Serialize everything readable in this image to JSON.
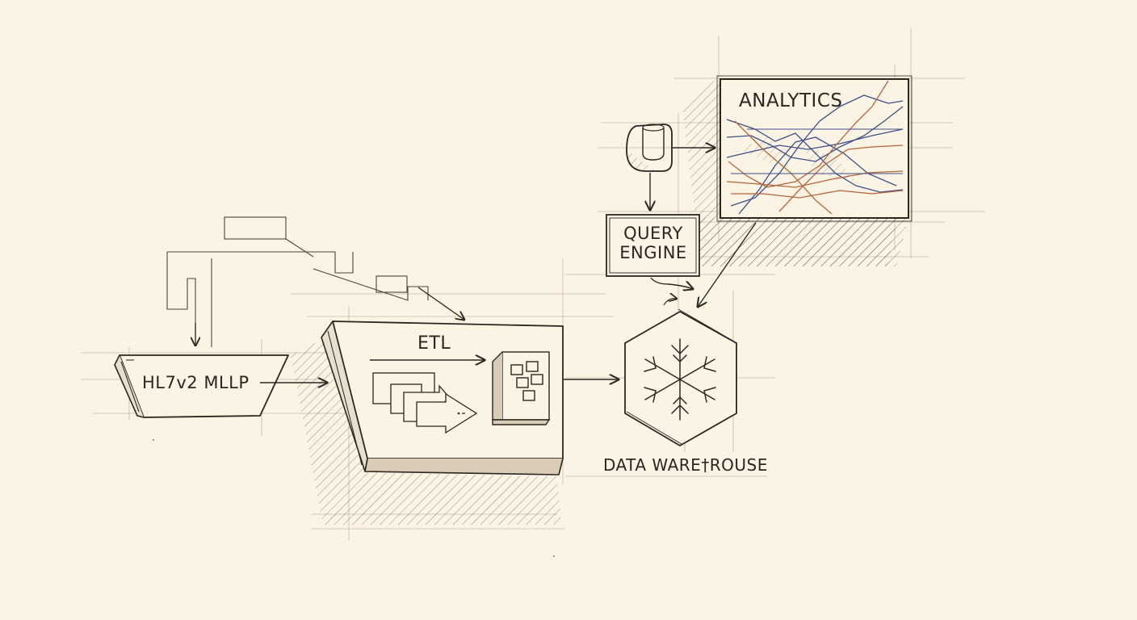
{
  "diagram": {
    "nodes": {
      "source": {
        "label": "HL7v2 MLLP"
      },
      "etl": {
        "label": "ETL"
      },
      "analytics": {
        "label": "ANALYTICS"
      },
      "query_engine": {
        "line1": "QUERY",
        "line2": "ENGINE"
      },
      "warehouse": {
        "label": "DATA WARE†ROUSE"
      }
    },
    "edges": [
      {
        "from": "source",
        "to": "etl"
      },
      {
        "from": "etl",
        "to": "warehouse"
      },
      {
        "from": "query_engine",
        "to": "warehouse"
      },
      {
        "from": "analytics",
        "to": "warehouse"
      },
      {
        "from": "db",
        "to": "analytics"
      },
      {
        "from": "db",
        "to": "query_engine"
      }
    ]
  },
  "colors": {
    "background": "#fbf3e3",
    "ink": "#2a2622",
    "guide": "#b8ae9c",
    "series_orange": "#b5653a",
    "series_blue": "#3e4f8c"
  }
}
